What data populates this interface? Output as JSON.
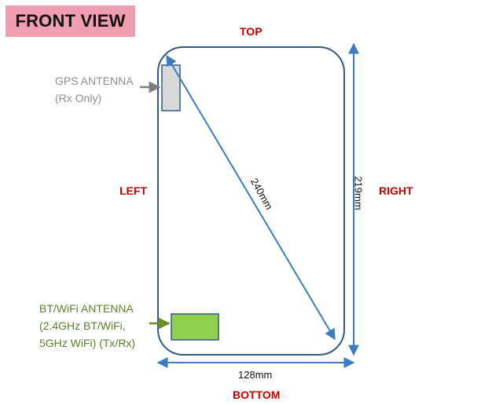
{
  "title": "FRONT VIEW",
  "sides": {
    "top": "TOP",
    "left": "LEFT",
    "right": "RIGHT",
    "bottom": "BOTTOM"
  },
  "dimensions": {
    "width": "128mm",
    "height": "219mm",
    "diagonal": "240mm"
  },
  "antennas": {
    "gps": {
      "line1": "GPS ANTENNA",
      "line2": "(Rx Only)"
    },
    "bt_wifi": {
      "line1": "BT/WiFi ANTENNA",
      "line2": "(2.4GHz BT/WiFi,",
      "line3": "5GHz WiFi) (Tx/Rx)"
    }
  },
  "colors": {
    "title_bg": "#f19db2",
    "outline": "#2f5b86",
    "dimension_arrow": "#3b7cc2",
    "side_label": "#c00000",
    "gps_antenna_fill": "#d9d9d9",
    "bt_antenna_fill": "#92d050",
    "gps_label": "#8f8f8f",
    "bt_label": "#5e7f2b"
  }
}
